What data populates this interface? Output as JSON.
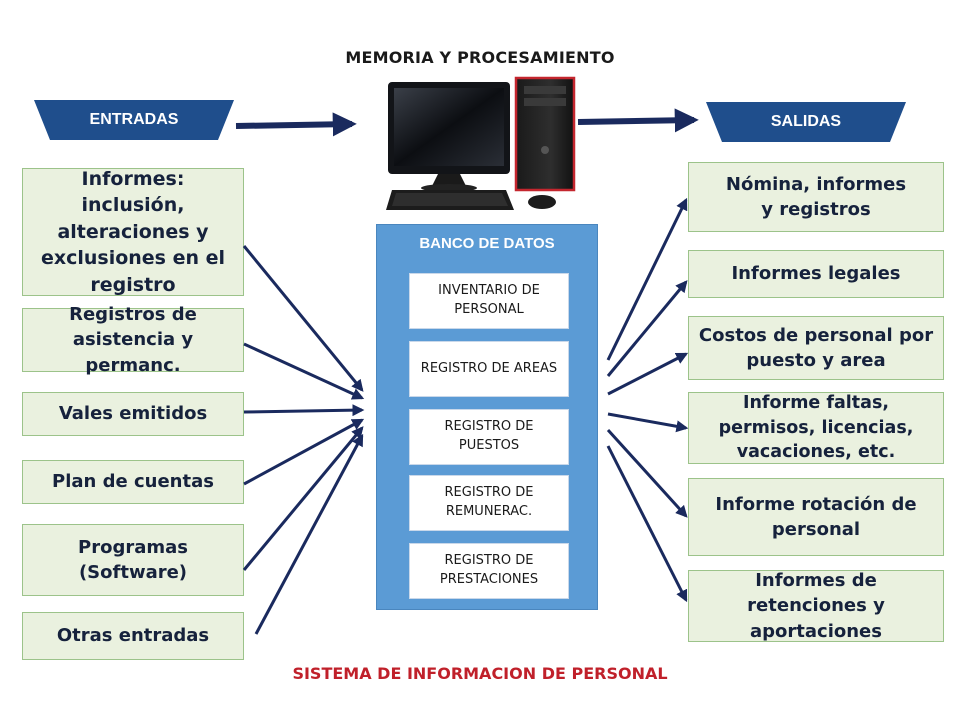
{
  "title_top": "MEMORIA Y PROCESAMIENTO",
  "title_bottom": "SISTEMA DE INFORMACION DE PERSONAL",
  "inputs_banner": "ENTRADAS",
  "outputs_banner": "SALIDAS",
  "inputs": [
    "Informes: inclusión, alteraciones y exclusiones en el registro",
    "Registros de asistencia y permanc.",
    "Vales emitidos",
    "Plan de cuentas",
    "Programas (Software)",
    "Otras entradas"
  ],
  "bank": {
    "title": "BANCO DE DATOS",
    "items": [
      "INVENTARIO DE PERSONAL",
      "REGISTRO DE AREAS",
      "REGISTRO DE PUESTOS",
      "REGISTRO DE REMUNERAC.",
      "REGISTRO DE PRESTACIONES"
    ]
  },
  "outputs": [
    "Nómina, informes y registros",
    "Informes legales",
    "Costos de personal por puesto y area",
    "Informe faltas, permisos, licencias, vacaciones, etc.",
    "Informe rotación de personal",
    "Informes de retenciones y aportaciones"
  ],
  "colors": {
    "banner": "#1f4e8c",
    "box_fill": "#eaf1df",
    "box_border": "#9cc38a",
    "bank": "#5b9bd5",
    "arrow": "#1a2a5e",
    "bottom_title": "#c0202a"
  }
}
